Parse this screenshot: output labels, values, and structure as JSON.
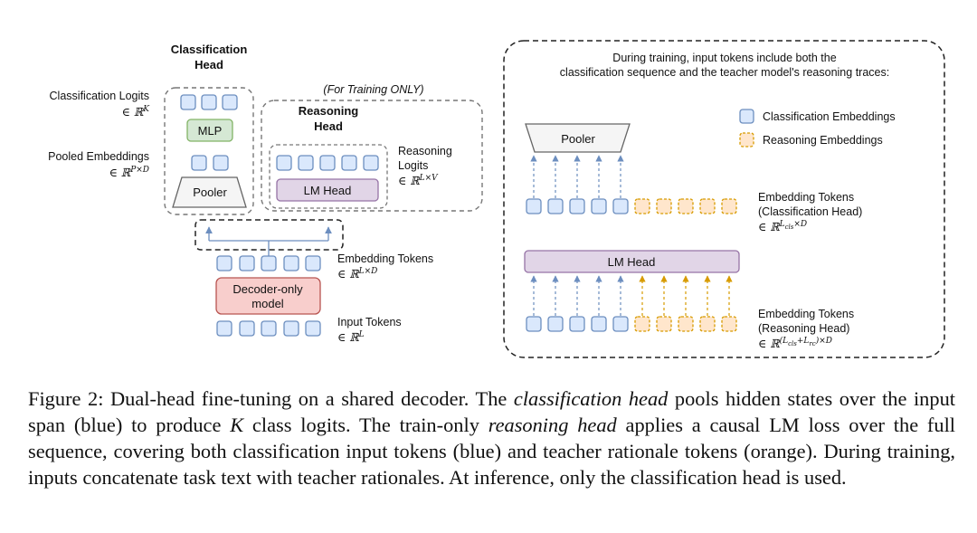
{
  "left": {
    "classification_head_title": [
      "Classification",
      "Head"
    ],
    "classification_logits_label": "Classification Logits",
    "classification_logits_dim": "K",
    "pooled_embeddings_label": "Pooled Embeddings",
    "pooled_embeddings_dim": "P×D",
    "mlp_label": "MLP",
    "pooler_label": "Pooler",
    "training_only_note": "(For Training ONLY)",
    "reasoning_head_title": [
      "Reasoning",
      "Head"
    ],
    "reasoning_logits_label": [
      "Reasoning",
      "Logits"
    ],
    "reasoning_logits_dim": "L×V",
    "lm_head_label": "LM Head",
    "embedding_tokens_label": "Embedding Tokens",
    "embedding_tokens_dim": "L×D",
    "decoder_label": [
      "Decoder-only",
      "model"
    ],
    "input_tokens_label": "Input Tokens",
    "input_tokens_dim": "L"
  },
  "right": {
    "note": [
      "During training, input tokens include both the",
      "classification sequence and the teacher model's reasoning traces:"
    ],
    "legend": [
      {
        "label": "Classification Embeddings",
        "style": "solid-blue"
      },
      {
        "label": "Reasoning Embeddings",
        "style": "dashed-orange"
      }
    ],
    "pooler_label": "Pooler",
    "emb_cls_label": [
      "Embedding Tokens",
      "(Classification Head)"
    ],
    "emb_cls_dim_base": "L",
    "emb_cls_dim_sub": "cls",
    "emb_cls_dim_tail": "×D",
    "lm_head_label": "LM Head",
    "emb_rsn_label": [
      "Embedding Tokens",
      "(Reasoning Head)"
    ],
    "emb_rsn_dim_a": "(L",
    "emb_rsn_dim_a_sub": "cls",
    "emb_rsn_dim_b": "+L",
    "emb_rsn_dim_b_sub": "rc",
    "emb_rsn_dim_tail": ")×D"
  },
  "caption": {
    "fig_label": "Figure 2:",
    "t1": " Dual-head fine-tuning on a shared decoder. The ",
    "em1": "classification head",
    "t2": " pools hidden states over the input span (blue) to produce ",
    "em_k": "K",
    "t3": " class logits. The train-only ",
    "em2": "reasoning head",
    "t4": " applies a causal LM loss over the full sequence, covering both classification input tokens (blue) and teacher rationale tokens (orange). During training, inputs concatenate task text with teacher rationales. At inference, only the classification head is used."
  },
  "colors": {
    "token_blue_fill": "#dae8fc",
    "token_blue_stroke": "#6c8ebf",
    "token_orange_fill": "#ffe6cc",
    "token_orange_stroke": "#d79b00",
    "mlp_fill": "#d5e8d4",
    "mlp_stroke": "#82b366",
    "lm_head_fill": "#e1d5e7",
    "lm_head_stroke": "#9673a6",
    "decoder_fill": "#f8cecc",
    "decoder_stroke": "#b85450",
    "pooler_fill": "#f5f5f5",
    "pooler_stroke": "#666666"
  }
}
